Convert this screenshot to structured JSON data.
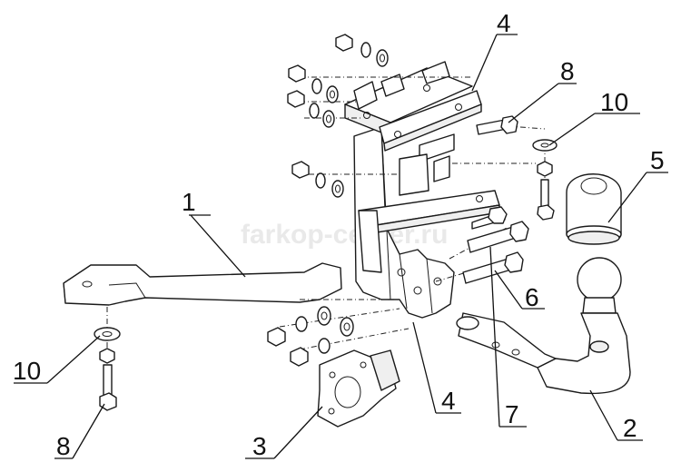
{
  "watermark": "farkop-center.ru",
  "callouts": {
    "c1": "1",
    "c2": "2",
    "c3": "3",
    "c4_top": "4",
    "c4_bottom": "4",
    "c5": "5",
    "c6": "6",
    "c7": "7",
    "c8_top": "8",
    "c8_bottom": "8",
    "c10_top": "10",
    "c10_bottom": "10"
  }
}
